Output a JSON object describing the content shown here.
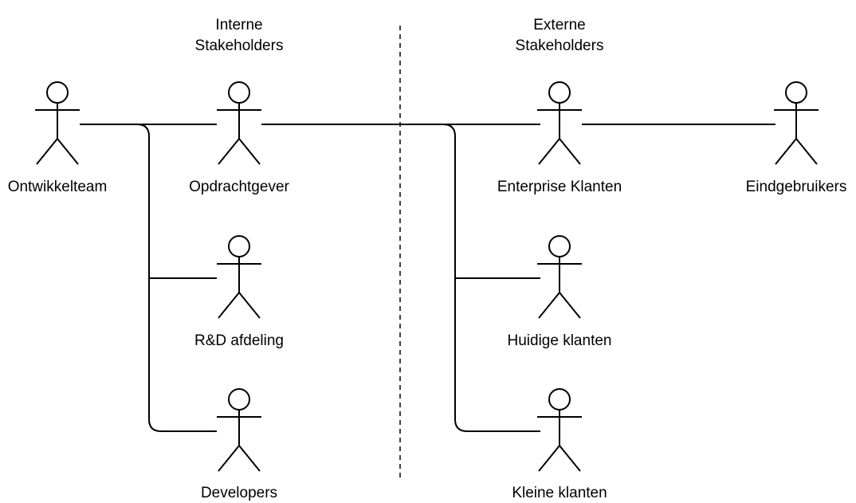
{
  "headers": {
    "internal": [
      "Interne",
      "Stakeholders"
    ],
    "external": [
      "Externe",
      "Stakeholders"
    ]
  },
  "actors": [
    {
      "id": "ontwikkelteam",
      "label": "Ontwikkelteam",
      "group": "internal"
    },
    {
      "id": "opdrachtgever",
      "label": "Opdrachtgever",
      "group": "internal"
    },
    {
      "id": "rd-afdeling",
      "label": "R&D afdeling",
      "group": "internal"
    },
    {
      "id": "developers",
      "label": "Developers",
      "group": "internal"
    },
    {
      "id": "enterprise-klanten",
      "label": "Enterprise Klanten",
      "group": "external"
    },
    {
      "id": "eindgebruikers",
      "label": "Eindgebruikers",
      "group": "external"
    },
    {
      "id": "huidige-klanten",
      "label": "Huidige klanten",
      "group": "external"
    },
    {
      "id": "kleine-klanten",
      "label": "Kleine klanten",
      "group": "external"
    }
  ],
  "connections": [
    {
      "from": "ontwikkelteam",
      "to": "opdrachtgever"
    },
    {
      "from": "ontwikkelteam",
      "to": "rd-afdeling"
    },
    {
      "from": "ontwikkelteam",
      "to": "developers"
    },
    {
      "from": "opdrachtgever",
      "to": "enterprise-klanten"
    },
    {
      "from": "opdrachtgever",
      "to": "huidige-klanten"
    },
    {
      "from": "opdrachtgever",
      "to": "kleine-klanten"
    },
    {
      "from": "enterprise-klanten",
      "to": "eindgebruikers"
    }
  ]
}
